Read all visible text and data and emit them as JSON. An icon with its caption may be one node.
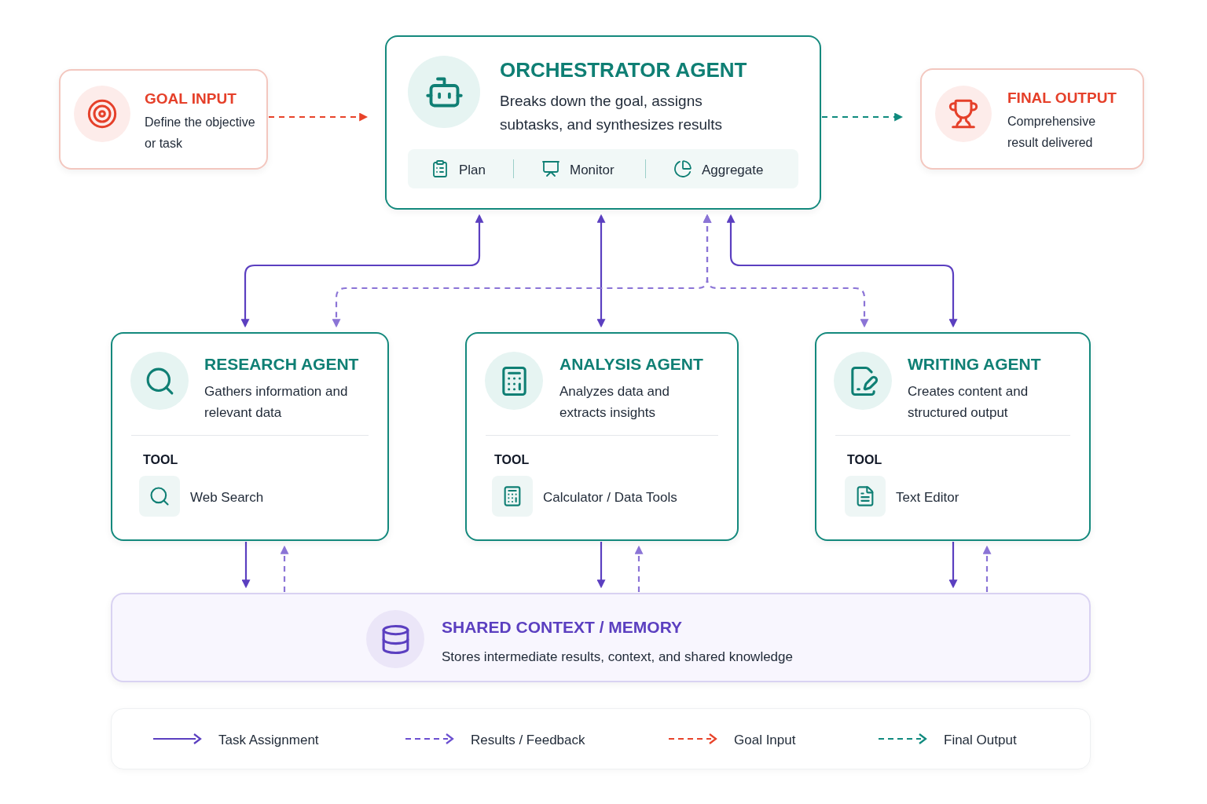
{
  "diagram": {
    "nodes": [
      {
        "text": [
          "GOAL INPUT",
          "Define the objective or task"
        ]
      },
      {
        "text": [
          "ORCHESTRATOR AGENT",
          "Breaks down the goal, assigns subtasks, and synthesizes results"
        ]
      },
      {
        "text": [
          "FINAL OUTPUT",
          "Comprehensive result delivered"
        ]
      },
      {
        "text": [
          "RESEARCH AGENT",
          "Gathers information and relevant data"
        ]
      },
      {
        "text": [
          "ANALYSIS AGENT",
          "Analyzes data and extracts insights"
        ]
      },
      {
        "text": [
          "WRITING AGENT",
          "Creates content and structured output"
        ]
      },
      {
        "text": [
          "SHARED CONTEXT / MEMORY",
          "Stores intermediate results, context, and shared knowledge"
        ]
      }
    ],
    "edges": [
      {
        "from": 0,
        "to": 1,
        "arrow": "to",
        "style": "dashed",
        "color": "#e8432a"
      },
      {
        "from": 1,
        "to": 2,
        "arrow": "to",
        "style": "dashed",
        "color": "#0f8a7e"
      },
      {
        "from": 1,
        "to": 3,
        "arrow": "both"
      },
      {
        "from": 1,
        "to": 4,
        "arrow": "both"
      },
      {
        "from": 1,
        "to": 5,
        "arrow": "both"
      },
      {
        "from": 1,
        "to": 3,
        "arrow": "both",
        "style": "dashed",
        "color": "#8b74d6"
      },
      {
        "from": 1,
        "to": 5,
        "arrow": "both",
        "style": "dashed",
        "color": "#8b74d6"
      },
      {
        "from": 3,
        "to": 6,
        "arrow": "to"
      },
      {
        "from": 6,
        "to": 3,
        "arrow": "to",
        "style": "dashed",
        "color": "#8b74d6"
      },
      {
        "from": 4,
        "to": 6,
        "arrow": "to"
      },
      {
        "from": 6,
        "to": 4,
        "arrow": "to",
        "style": "dashed",
        "color": "#8b74d6"
      },
      {
        "from": 5,
        "to": 6,
        "arrow": "to"
      },
      {
        "from": 6,
        "to": 5,
        "arrow": "to",
        "style": "dashed",
        "color": "#8b74d6"
      }
    ],
    "labels": [
      "Plan",
      "Monitor",
      "Aggregate",
      "TOOL",
      "Web Search",
      "TOOL",
      "Calculator / Data Tools",
      "TOOL",
      "Text Editor"
    ],
    "legend": [
      {
        "text": "Task Assignment"
      },
      {
        "text": "Results / Feedback"
      },
      {
        "text": "Goal Input"
      },
      {
        "text": "Final Output"
      }
    ]
  }
}
